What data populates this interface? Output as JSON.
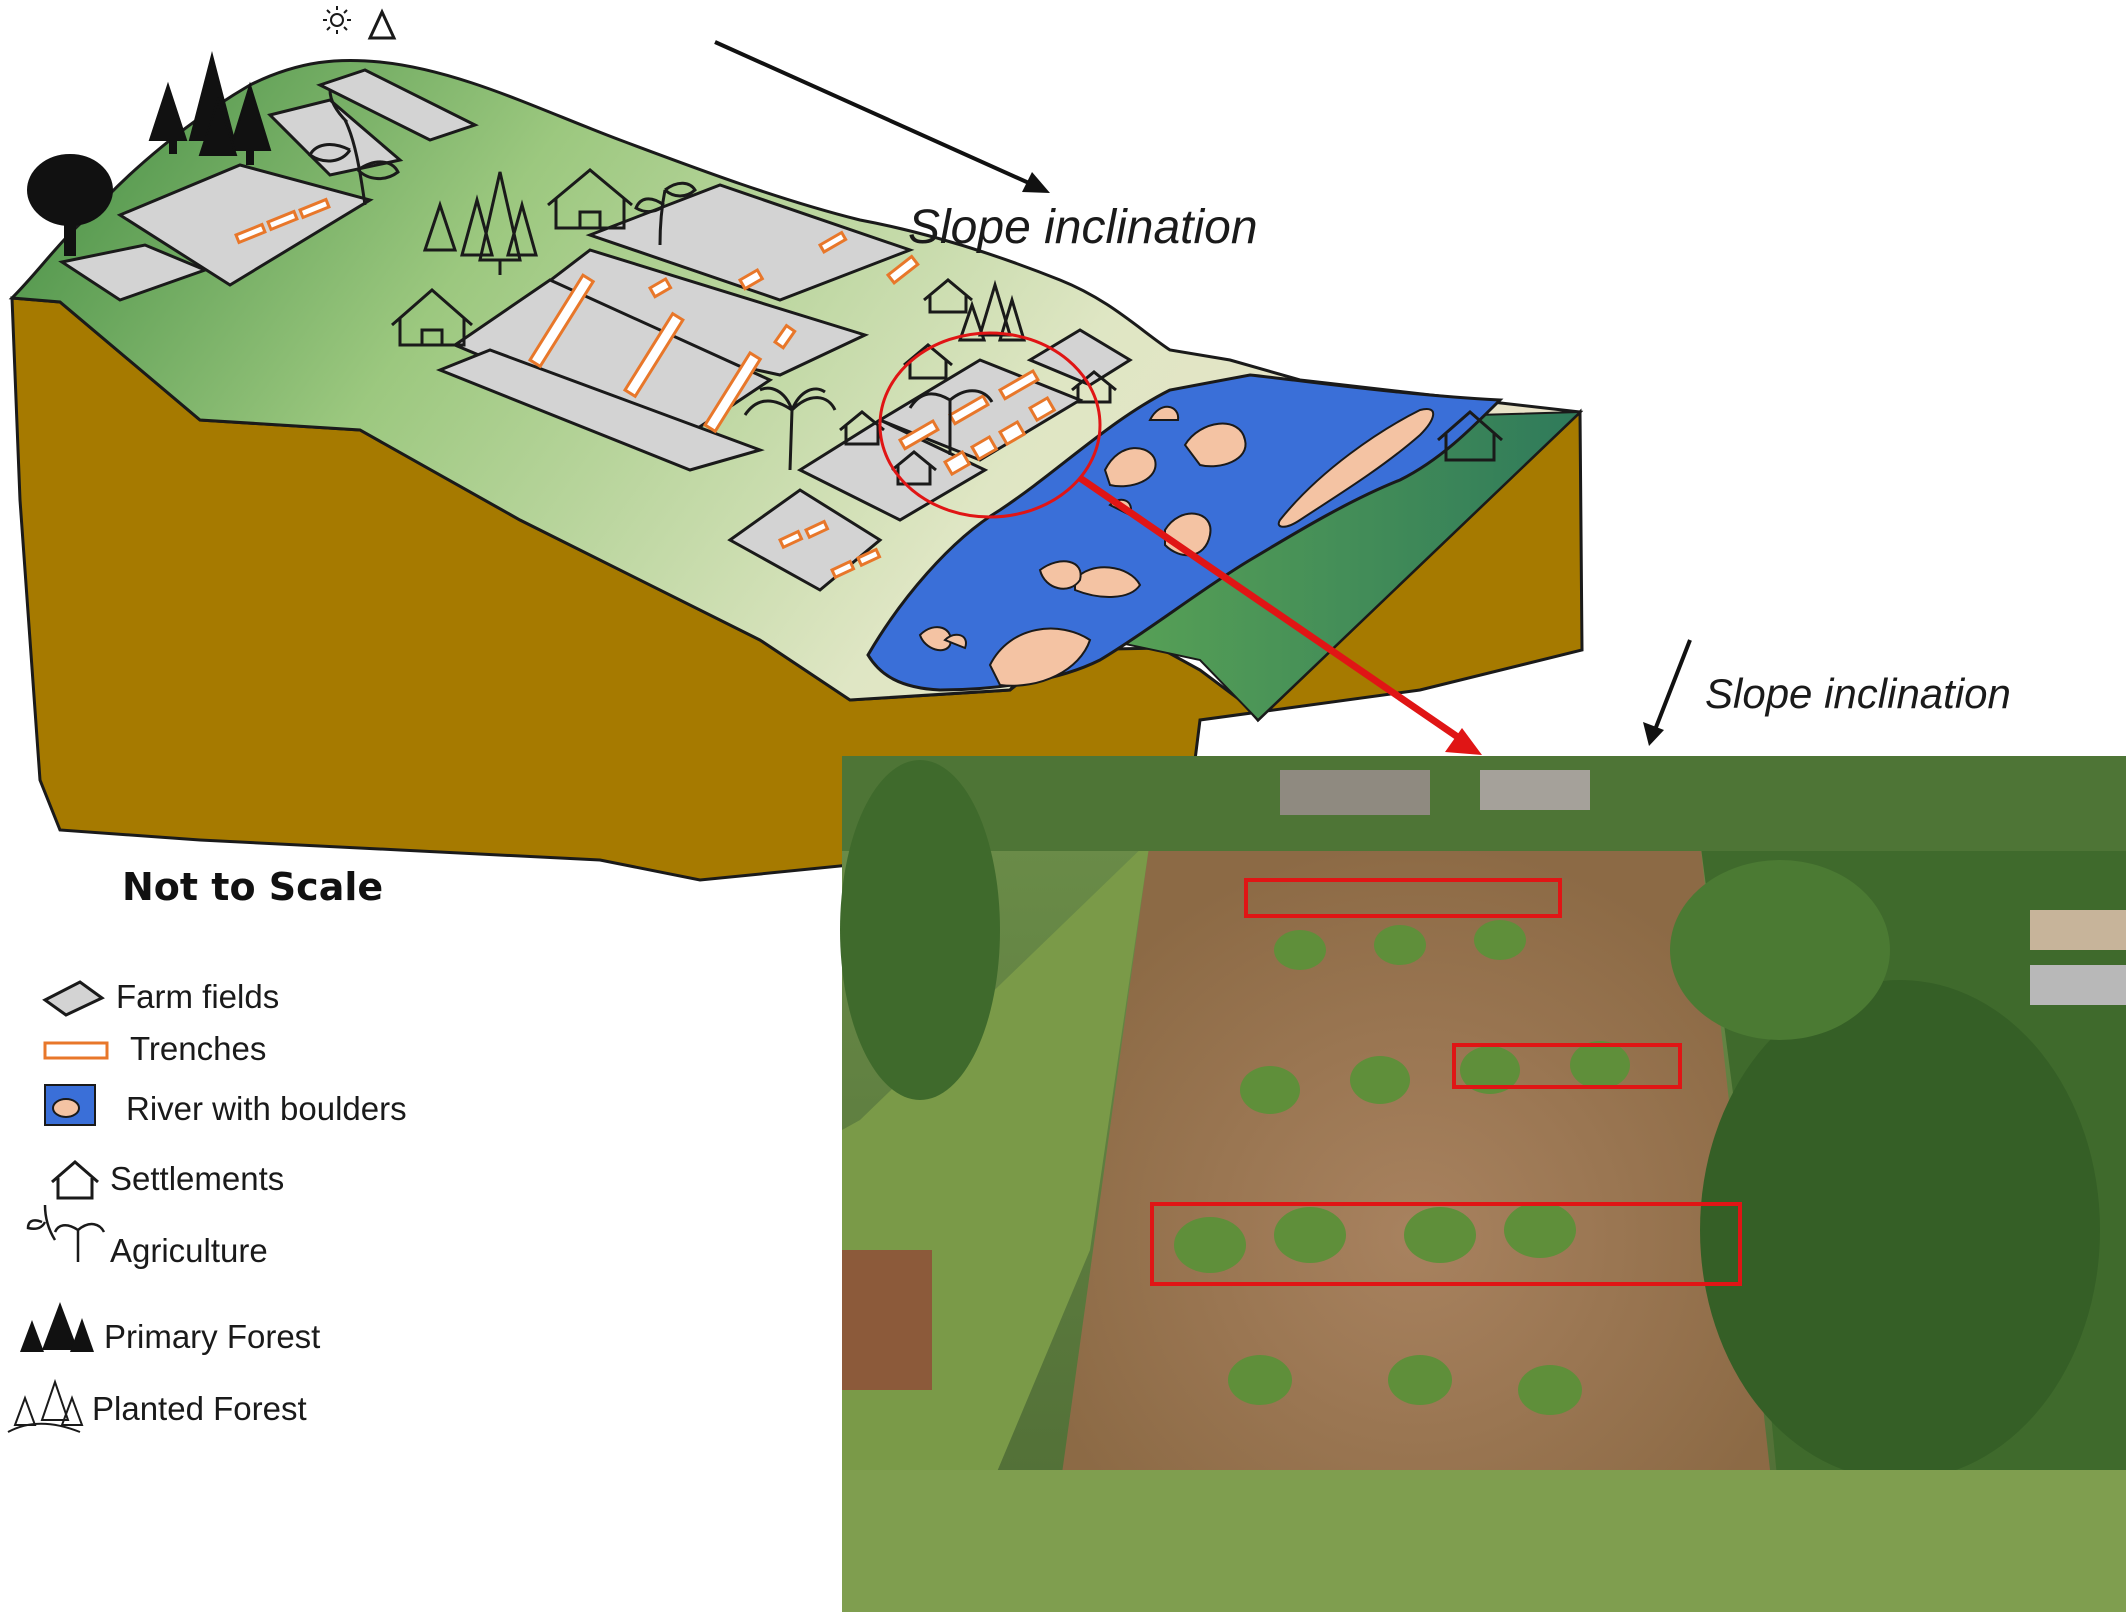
{
  "labels": {
    "slope_top": "Slope inclination",
    "slope_photo": "Slope inclination",
    "scale_note": "Not to Scale"
  },
  "legend": {
    "farm_fields": "Farm fields",
    "trenches": "Trenches",
    "river": "River with boulders",
    "settlements": "Settlements",
    "agriculture": "Agriculture",
    "primary_forest": "Primary Forest",
    "planted_forest": "Planted Forest"
  },
  "colors": {
    "soil": "#a67a00",
    "hill_green": "#8fbf72",
    "hill_light": "#dfe6c4",
    "field": "#d3d3d3",
    "trench": "#e8772a",
    "river": "#3a6fd8",
    "boulder": "#f4c3a3",
    "highlight": "#e01515"
  }
}
